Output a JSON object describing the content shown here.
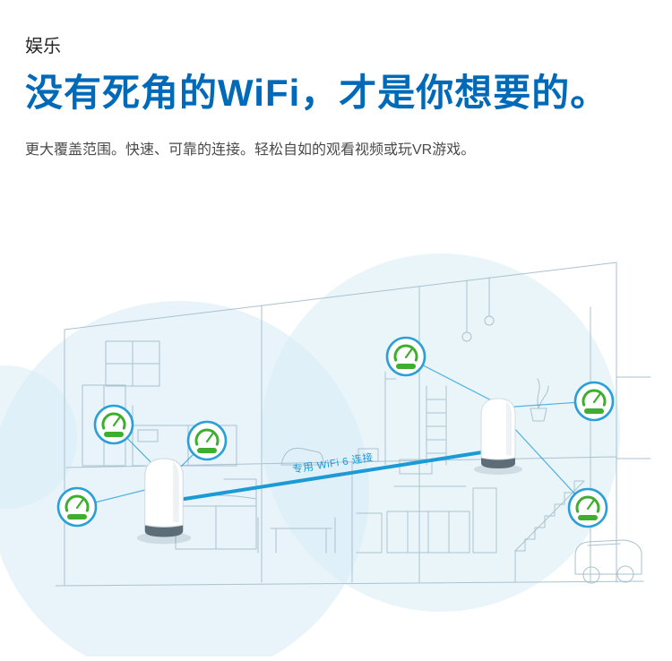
{
  "header": {
    "eyebrow": "娱乐",
    "headline": "没有死角的WiFi，才是你想要的。",
    "subtitle": "更大覆盖范围。快速、可靠的连接。轻松自如的观看视频或玩VR游戏。"
  },
  "diagram": {
    "connection_label": "专用 WiFi 6 连接",
    "router_icons": [
      "orbi-router-left",
      "orbi-router-right"
    ],
    "speedometer_icon": "speedometer-icon",
    "speedometer_count": 6,
    "coverage_circle_count": 3
  },
  "colors": {
    "headline_blue": "#0069b8",
    "connection_blue": "#1b9ad6",
    "coverage_fill": "#d6ebf6",
    "gauge_ring": "#2a9fd8",
    "gauge_green": "#3dae2d",
    "line_art": "#a9c2cf",
    "text_dark": "#262626",
    "text_gray": "#4a4a4a"
  }
}
